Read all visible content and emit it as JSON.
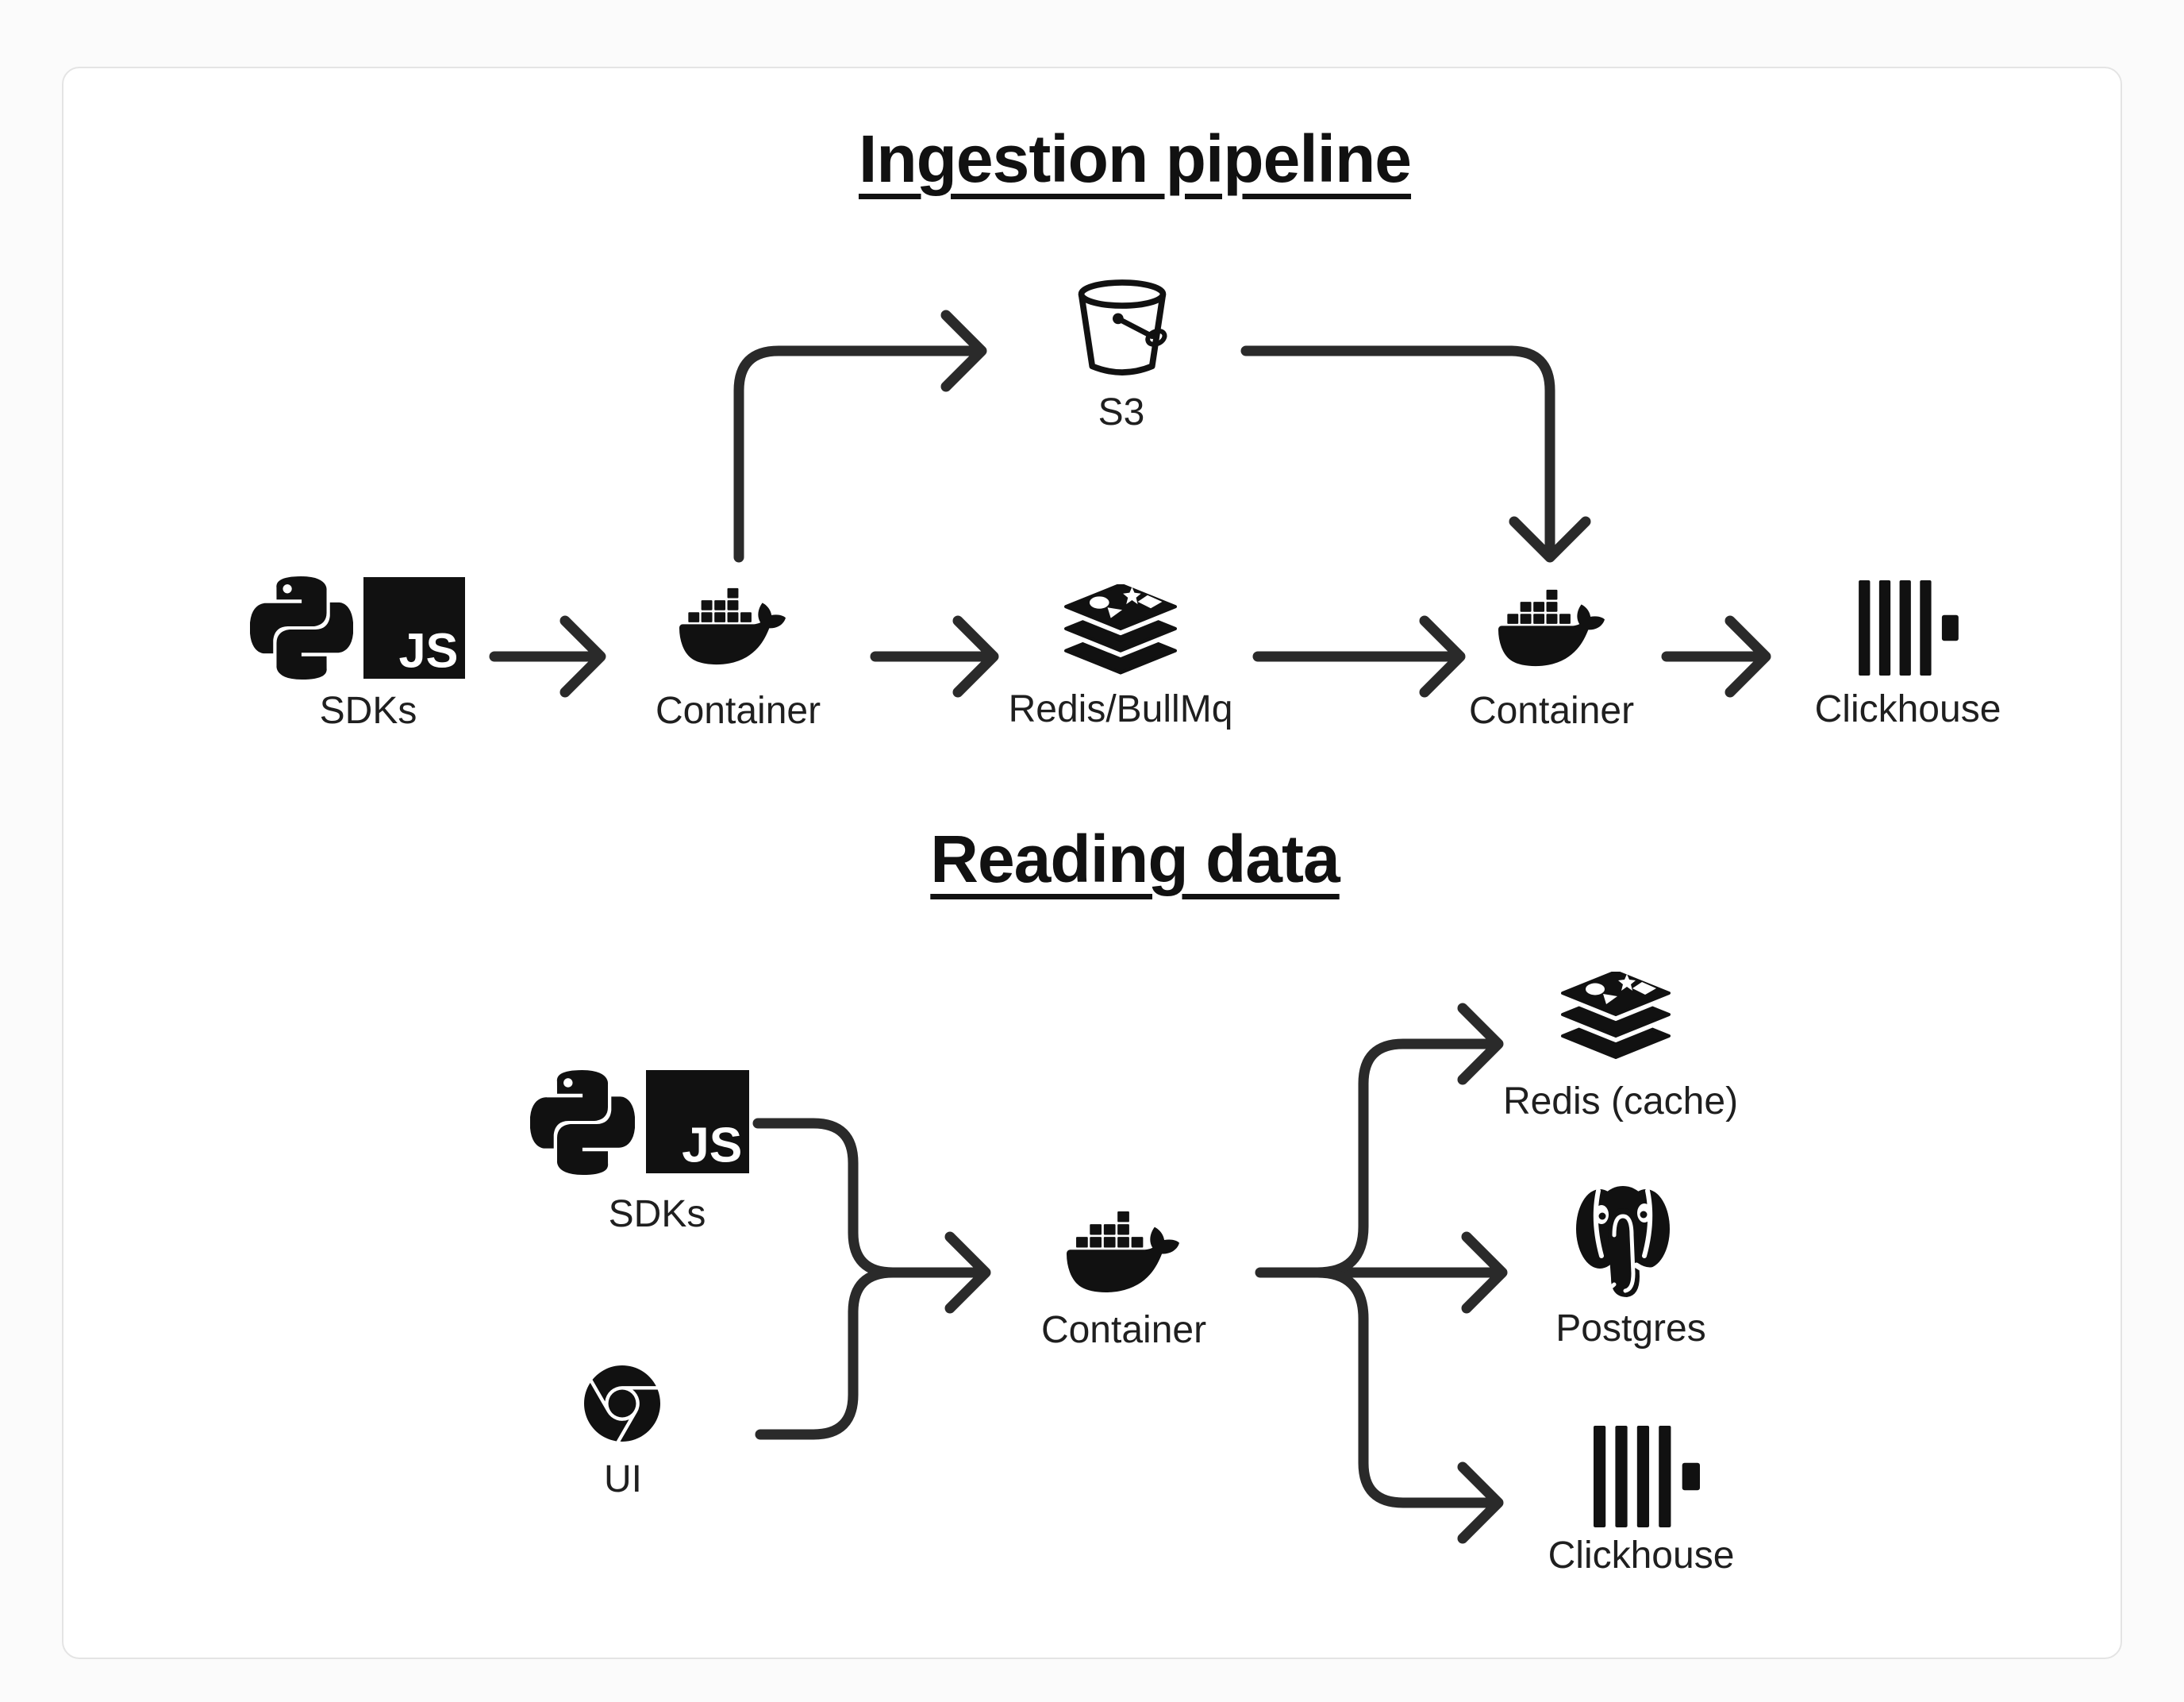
{
  "palette": {
    "page_bg": "#fbfbfb",
    "card_bg": "#ffffff",
    "card_border": "#e4e4e4",
    "ink": "#111111",
    "line": "#2a2a2a",
    "label": "#1f1f1f"
  },
  "js_badge": "JS",
  "ingestion": {
    "title": "Ingestion pipeline",
    "sdks_label": "SDKs",
    "container_in_label": "Container",
    "queue_label": "Redis/BullMq",
    "s3_label": "S3",
    "container_worker_label": "Container",
    "clickhouse_label": "Clickhouse"
  },
  "reading": {
    "title": "Reading data",
    "sdks_label": "SDKs",
    "ui_label": "UI",
    "container_label": "Container",
    "redis_cache_label": "Redis (cache)",
    "postgres_label": "Postgres",
    "clickhouse_label": "Clickhouse"
  },
  "icons": {
    "python-icon": "Python logo",
    "javascript-icon": "JavaScript logo",
    "docker-icon": "Docker whale",
    "redis-icon": "Redis layered stack",
    "bucket-icon": "S3 bucket",
    "clickhouse-icon": "ClickHouse bars",
    "chrome-icon": "Chrome browser",
    "postgres-icon": "PostgreSQL elephant"
  }
}
